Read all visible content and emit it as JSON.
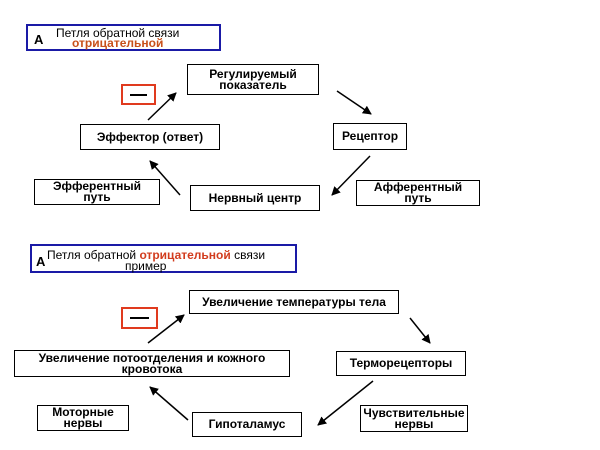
{
  "diagram_a": {
    "header": {
      "letter": "A",
      "line1": "Петля обратной связи",
      "line2": "отрицательной"
    },
    "regulated_value": "Регулируемый\nпоказатель",
    "receptor": "Рецептор",
    "afferent_path": "Афферентный\nпуть",
    "nerve_center": "Нервный центр",
    "efferent_path": "Эфферентный\nпуть",
    "effector": "Эффектор (ответ)"
  },
  "diagram_b": {
    "header": {
      "letter": "A",
      "pre": "Петля обратной ",
      "accent": "отрицательной",
      "post": " связи",
      "line2": "пример"
    },
    "temperature_rise": "Увеличение температуры тела",
    "thermoreceptors": "Терморецепторы",
    "sensory_nerves": "Чувствительные\nнервы",
    "hypothalamus": "Гипоталамус",
    "motor_nerves": "Моторные\nнервы",
    "sweating": "Увеличение потоотделения и кожного\nкровотока"
  },
  "colors": {
    "header_border": "#1a1aa6",
    "accent_text": "#c8501a",
    "minus_border": "#e03a1e"
  }
}
